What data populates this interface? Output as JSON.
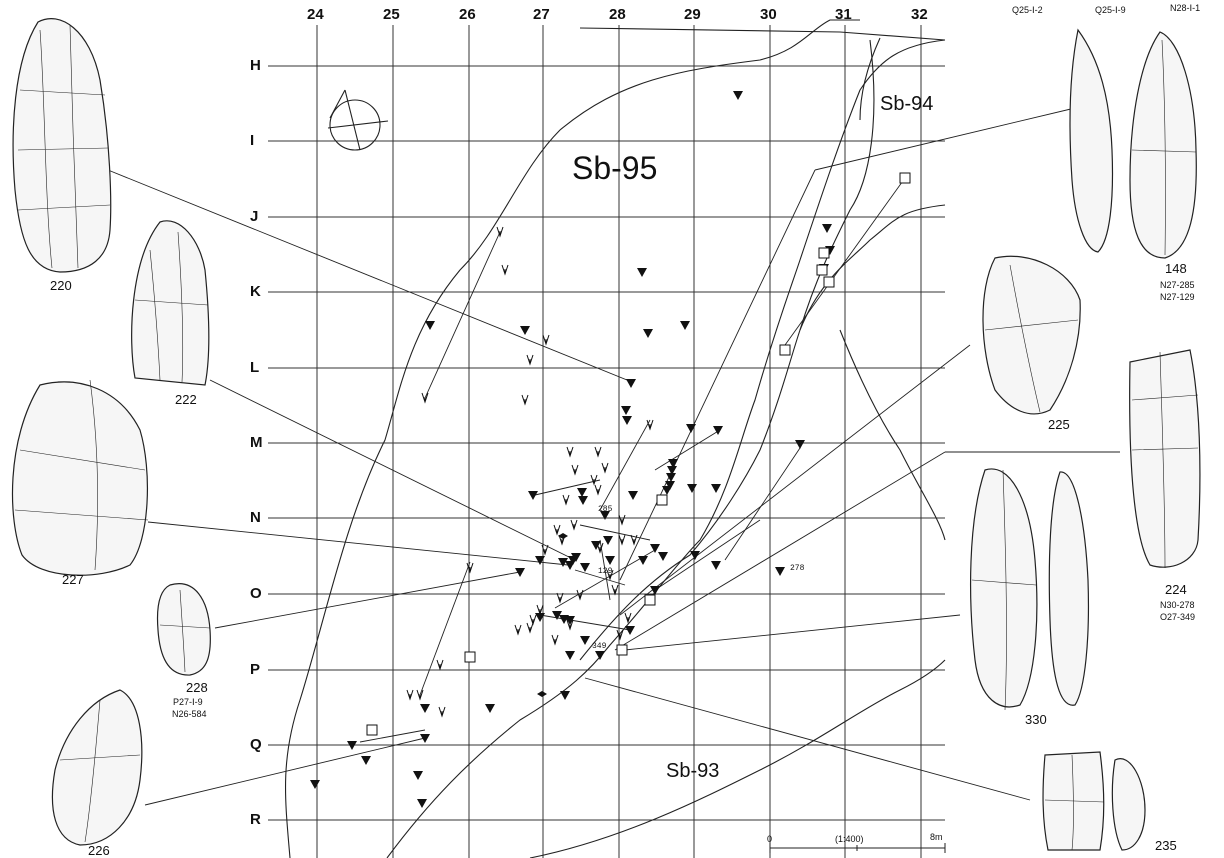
{
  "columns": [
    "24",
    "25",
    "26",
    "27",
    "28",
    "29",
    "30",
    "31",
    "32"
  ],
  "rows": [
    "H",
    "I",
    "J",
    "K",
    "L",
    "M",
    "N",
    "O",
    "P",
    "Q",
    "R"
  ],
  "areas": {
    "sb95": "Sb-95",
    "sb94": "Sb-94",
    "sb93": "Sb-93"
  },
  "figures": {
    "f220": "220",
    "f222": "222",
    "f227": "227",
    "f228": "228",
    "f226": "226",
    "f148": "148",
    "f225": "225",
    "f224": "224",
    "f330": "330",
    "f235": "235"
  },
  "fig_notes": {
    "n228a": "P27-Ⅰ-9",
    "n228b": "N26-584",
    "n148a": "N27-285",
    "n148b": "N27-129",
    "n224a": "N30-278",
    "n224b": "O27-349",
    "top1": "Q25-Ⅰ-2",
    "top2": "Q25-Ⅰ-9",
    "top3": "N28-Ⅰ-1"
  },
  "point_labels": {
    "p285": "285",
    "p129": "129",
    "p349": "349",
    "p278": "278"
  },
  "scale": {
    "zero": "0",
    "ratio": "(1:400)",
    "end": "8m"
  }
}
